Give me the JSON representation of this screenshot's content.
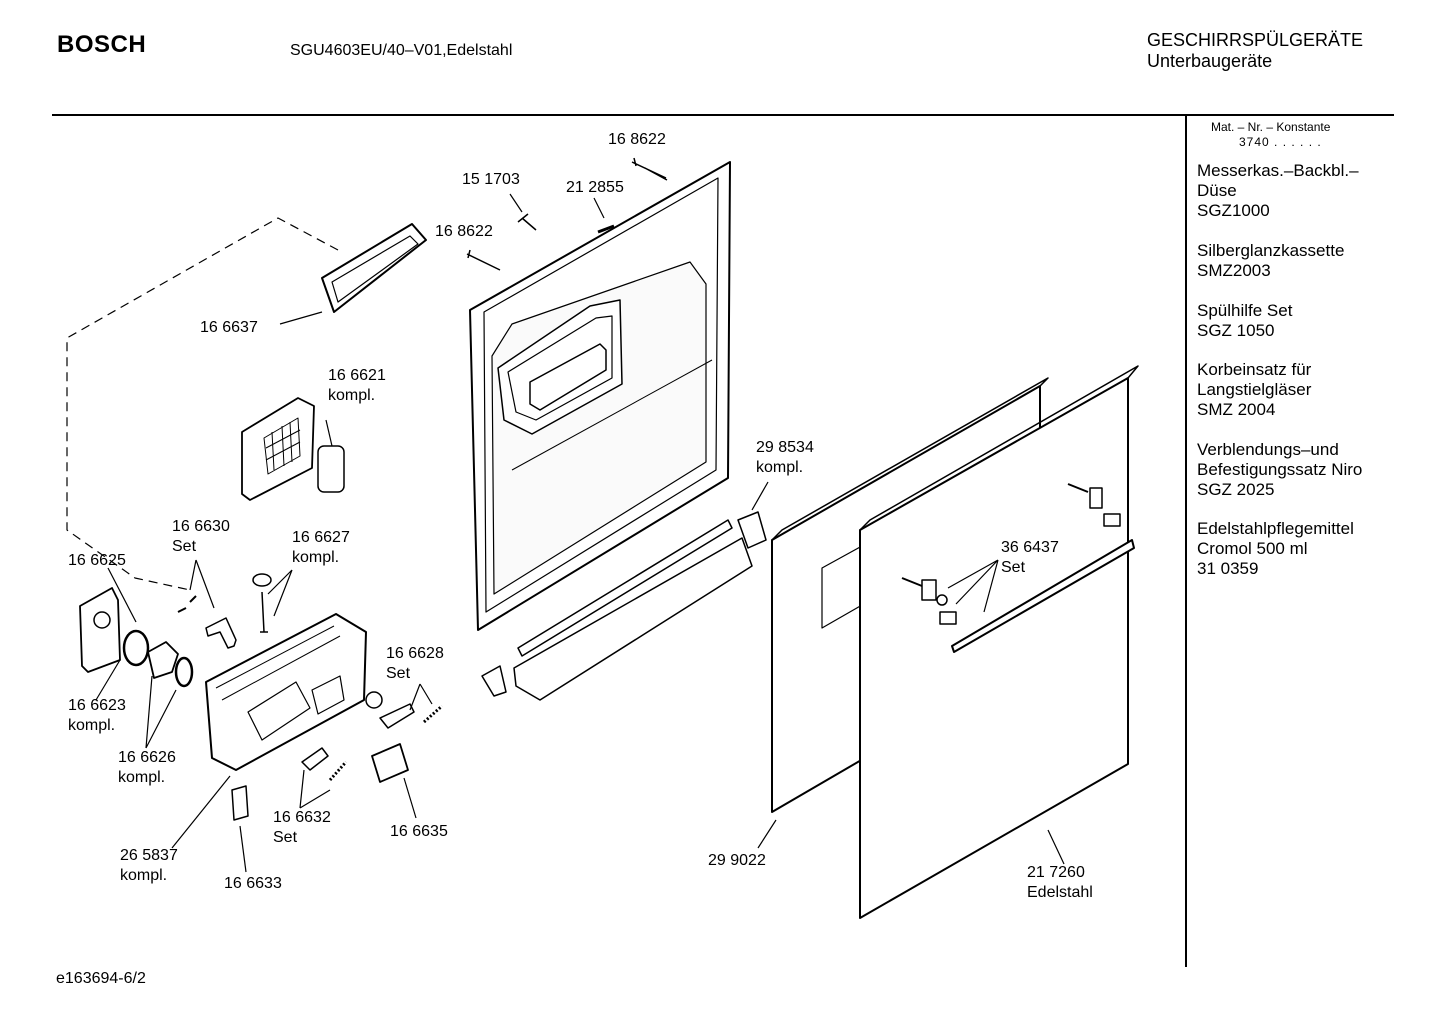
{
  "header": {
    "brand": "BOSCH",
    "model": "SGU4603EU/40–V01,Edelstahl",
    "category_line1": "GESCHIRRSPÜLGERÄTE",
    "category_line2": "Unterbaugeräte"
  },
  "sidebar": {
    "mat_title": "Mat. – Nr. – Konstante",
    "mat_code": "3740 . . . . . .",
    "accessories": [
      {
        "lines": [
          "Messerkas.–Backbl.–",
          "Düse",
          "SGZ1000"
        ]
      },
      {
        "lines": [
          "Silberglanzkassette",
          "SMZ2003"
        ]
      },
      {
        "lines": [
          "Spülhilfe Set",
          "SGZ 1050"
        ]
      },
      {
        "lines": [
          "Korbeinsatz für",
          "Langstielgläser",
          "SMZ 2004"
        ]
      },
      {
        "lines": [
          "Verblendungs–und",
          "Befestigungssatz Niro",
          "SGZ 2025"
        ]
      },
      {
        "lines": [
          "Edelstahlpflegemittel",
          "Cromol 500 ml",
          "31 0359"
        ]
      }
    ]
  },
  "parts": [
    {
      "id": "p168622a",
      "lines": [
        "16 8622"
      ]
    },
    {
      "id": "p151703",
      "lines": [
        "15 1703"
      ]
    },
    {
      "id": "p212855",
      "lines": [
        "21 2855"
      ]
    },
    {
      "id": "p168622b",
      "lines": [
        "16 8622"
      ]
    },
    {
      "id": "p166637",
      "lines": [
        "16 6637"
      ]
    },
    {
      "id": "p166621",
      "lines": [
        "16 6621",
        "kompl."
      ]
    },
    {
      "id": "p298534",
      "lines": [
        "29 8534",
        "kompl."
      ]
    },
    {
      "id": "p166630",
      "lines": [
        "16 6630",
        "Set"
      ]
    },
    {
      "id": "p166627",
      "lines": [
        "16 6627",
        "kompl."
      ]
    },
    {
      "id": "p166625",
      "lines": [
        "16 6625"
      ]
    },
    {
      "id": "p366437",
      "lines": [
        "36 6437",
        "Set"
      ]
    },
    {
      "id": "p166628",
      "lines": [
        "16 6628",
        "Set"
      ]
    },
    {
      "id": "p166623",
      "lines": [
        "16 6623",
        "kompl."
      ]
    },
    {
      "id": "p166626",
      "lines": [
        "16 6626",
        "kompl."
      ]
    },
    {
      "id": "p166632",
      "lines": [
        "16 6632",
        "Set"
      ]
    },
    {
      "id": "p166635",
      "lines": [
        "16 6635"
      ]
    },
    {
      "id": "p265837",
      "lines": [
        "26 5837",
        "kompl."
      ]
    },
    {
      "id": "p166633",
      "lines": [
        "16 6633"
      ]
    },
    {
      "id": "p299022",
      "lines": [
        "29 9022"
      ]
    },
    {
      "id": "p217260",
      "lines": [
        "21 7260",
        "Edelstahl"
      ]
    }
  ],
  "footer": {
    "code": "e163694-6/2"
  }
}
